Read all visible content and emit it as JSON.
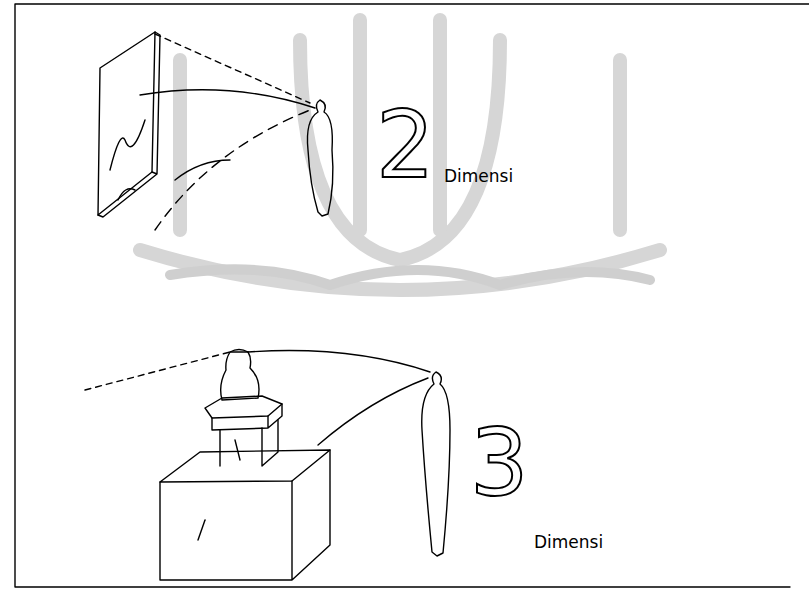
{
  "diagram": {
    "labels": [
      "2",
      "Dimensi",
      "3",
      "Dimensi"
    ]
  }
}
